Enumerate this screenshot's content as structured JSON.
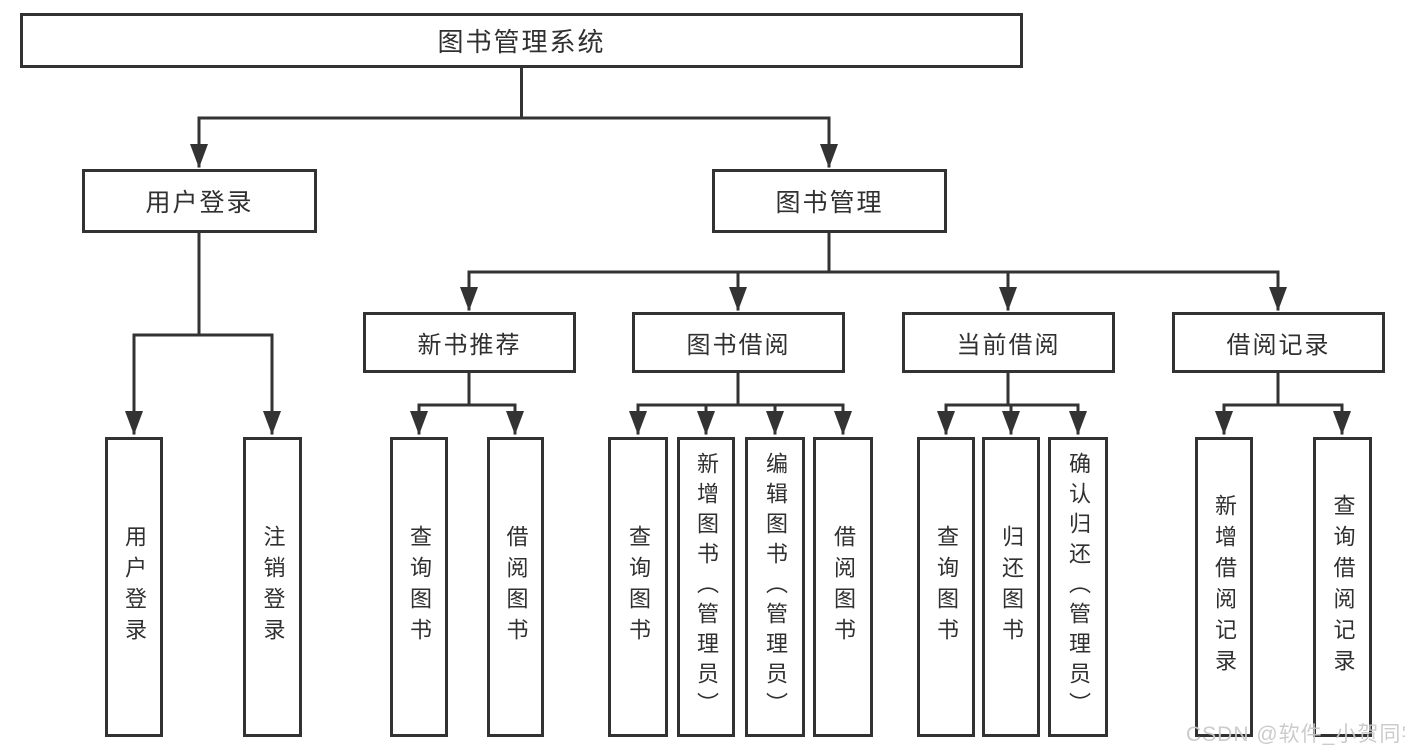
{
  "diagram": {
    "title": "图书管理系统",
    "children": [
      {
        "label": "用户登录",
        "children": [
          {
            "label": "用户登录"
          },
          {
            "label": "注销登录"
          }
        ]
      },
      {
        "label": "图书管理",
        "children": [
          {
            "label": "新书推荐",
            "children": [
              {
                "label": "查询图书"
              },
              {
                "label": "借阅图书"
              }
            ]
          },
          {
            "label": "图书借阅",
            "children": [
              {
                "label": "查询图书"
              },
              {
                "label": "新增图书（管理员）"
              },
              {
                "label": "编辑图书（管理员）"
              },
              {
                "label": "借阅图书"
              }
            ]
          },
          {
            "label": "当前借阅",
            "children": [
              {
                "label": "查询图书"
              },
              {
                "label": "归还图书"
              },
              {
                "label": "确认归还（管理员）"
              }
            ]
          },
          {
            "label": "借阅记录",
            "children": [
              {
                "label": "新增借阅记录"
              },
              {
                "label": "查询借阅记录"
              }
            ]
          }
        ]
      }
    ]
  },
  "watermark": {
    "text": "CSDN @软件_小贺同学"
  },
  "colors": {
    "line": "#333333",
    "box_border": "#323232",
    "text": "#303030",
    "background": "#ffffff",
    "watermark": "#c9c9c9"
  }
}
